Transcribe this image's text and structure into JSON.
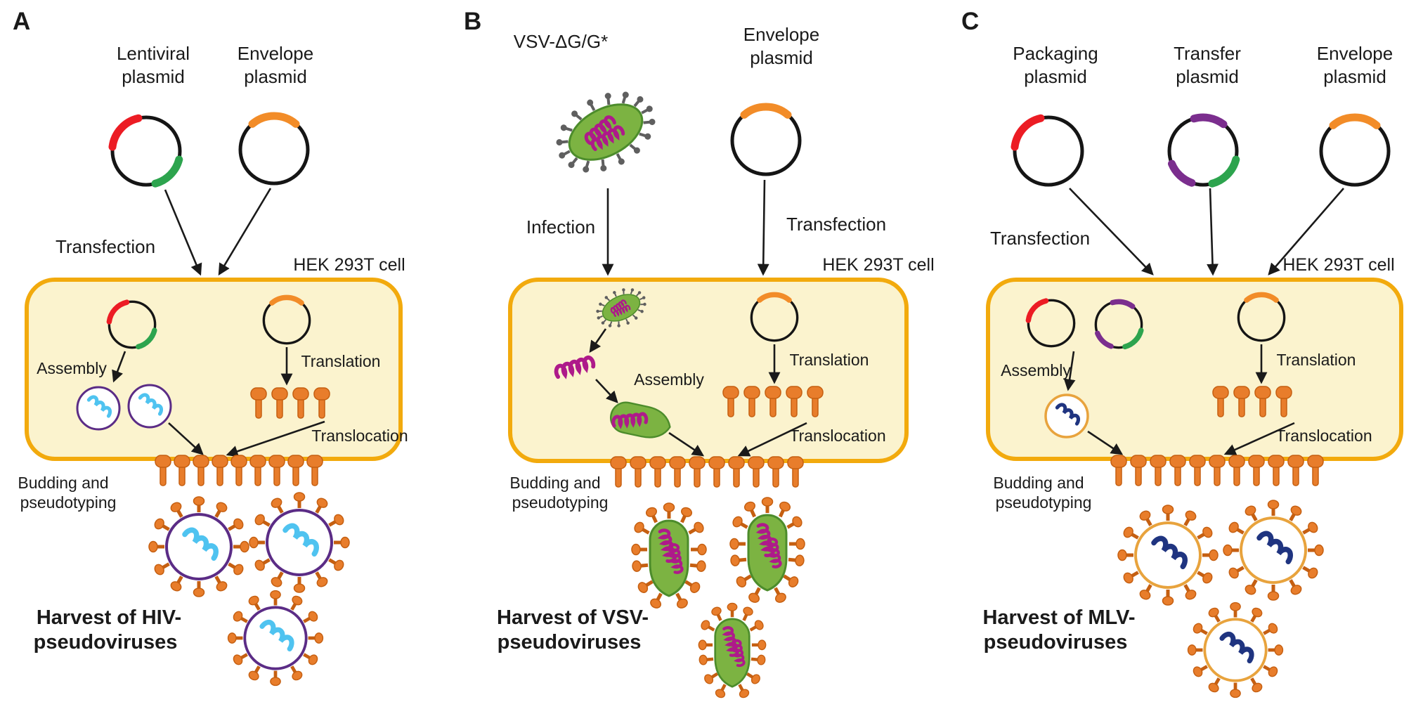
{
  "figure": {
    "colors": {
      "cell_fill": "#FBF3CE",
      "cell_border": "#F2AA0D",
      "envelope_protein_orange": "#E87D2B",
      "red_insert": "#EC1C24",
      "green_insert": "#2DA44E",
      "orange_insert": "#F28C28",
      "purple_insert": "#7B2E8E",
      "hiv_capsid_purple": "#5B2C86",
      "hiv_genome_cyan": "#4FC3F0",
      "vsv_body_green": "#7CB342",
      "vsv_genome_magenta": "#AE1A8A",
      "mlv_capsid_gold": "#E8A33D",
      "mlv_genome_navy": "#1F3480",
      "gray_spike": "#5F5F5F"
    }
  },
  "panel_a": {
    "letter": "A",
    "lentiviral_plasmid_line1": "Lentiviral",
    "lentiviral_plasmid_line2": "plasmid",
    "envelope_plasmid_line1": "Envelope",
    "envelope_plasmid_line2": "plasmid",
    "transfection": "Transfection",
    "hek_cell": "HEK 293T cell",
    "assembly": "Assembly",
    "translation": "Translation",
    "translocation": "Translocation",
    "budding_line1": "Budding and",
    "budding_line2": "pseudotyping",
    "harvest_line1": "Harvest of HIV-",
    "harvest_line2": "pseudoviruses"
  },
  "panel_b": {
    "letter": "B",
    "vsv_label": "VSV-ΔG/G*",
    "envelope_plasmid_line1": "Envelope",
    "envelope_plasmid_line2": "plasmid",
    "infection": "Infection",
    "transfection": "Transfection",
    "hek_cell": "HEK 293T cell",
    "assembly": "Assembly",
    "translation": "Translation",
    "translocation": "Translocation",
    "budding_line1": "Budding and",
    "budding_line2": "pseudotyping",
    "harvest_line1": "Harvest of VSV-",
    "harvest_line2": "pseudoviruses"
  },
  "panel_c": {
    "letter": "C",
    "packaging_plasmid_line1": "Packaging",
    "packaging_plasmid_line2": "plasmid",
    "transfer_plasmid_line1": "Transfer",
    "transfer_plasmid_line2": "plasmid",
    "envelope_plasmid_line1": "Envelope",
    "envelope_plasmid_line2": "plasmid",
    "transfection": "Transfection",
    "hek_cell": "HEK 293T cell",
    "assembly": "Assembly",
    "translation": "Translation",
    "translocation": "Translocation",
    "budding_line1": "Budding and",
    "budding_line2": "pseudotyping",
    "harvest_line1": "Harvest of MLV-",
    "harvest_line2": "pseudoviruses"
  }
}
